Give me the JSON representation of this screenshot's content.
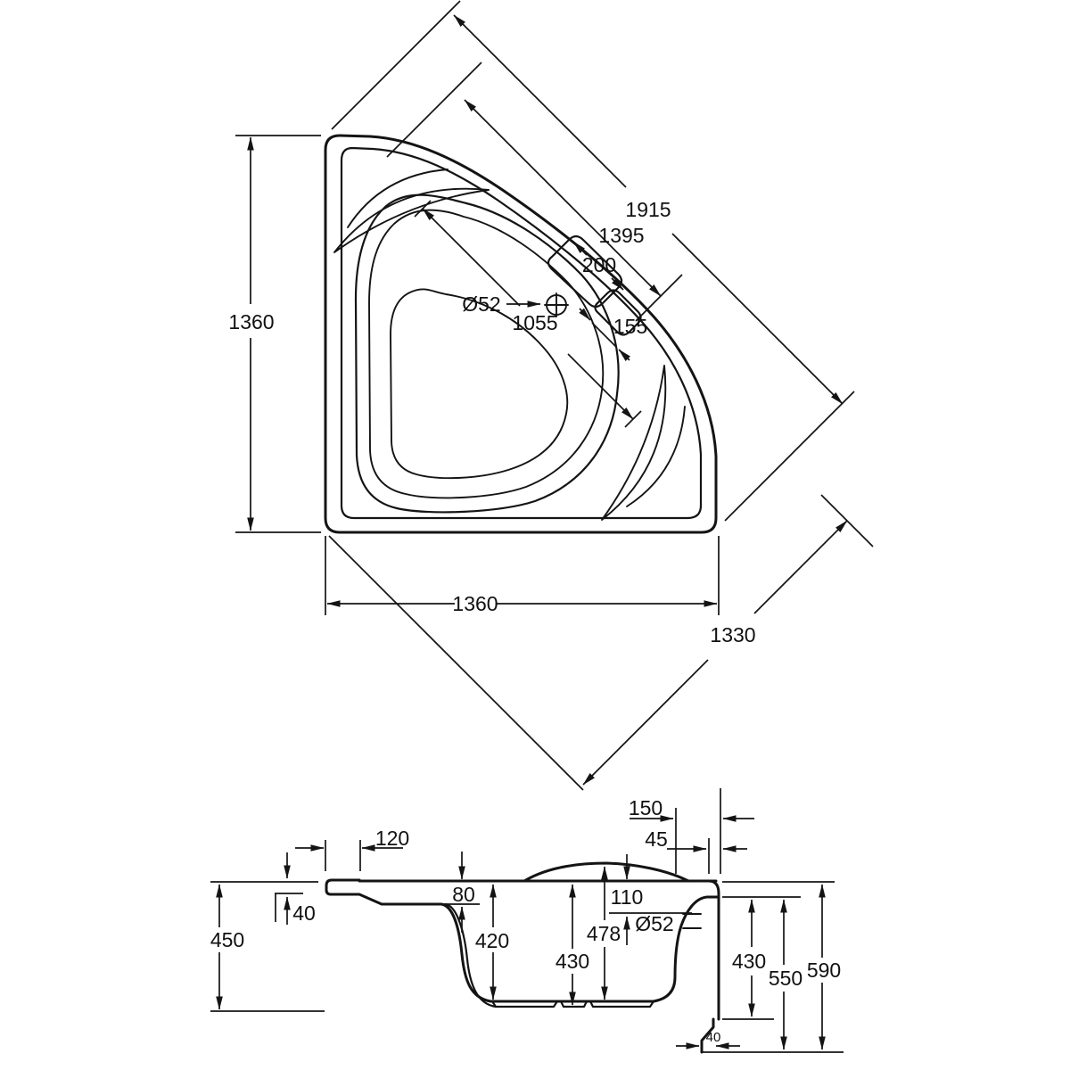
{
  "drawing": {
    "type": "bathtub technical dimension drawing",
    "views": [
      "plan",
      "section"
    ],
    "colors": {
      "background": "#ffffff",
      "line": "#141414"
    },
    "plan": {
      "diagonal_overall": "1915",
      "diagonal_inner": "1395",
      "headrest_depth": "200",
      "drain_diameter": "Ø52",
      "basin_diagonal": "1055",
      "step_depth": "155",
      "side_height": "1360",
      "width_bottom": "1360",
      "corner_diagonal": "1330"
    },
    "section": {
      "deck_width": "150",
      "deck_edge": "45",
      "rim_overhang": "120",
      "rim_lip_height": "40",
      "panel_height": "450",
      "ledge_drop": "80",
      "inner_depth": "420",
      "shell_height": "430",
      "back_wall_height": "478",
      "overflow_drop": "110",
      "overflow_diameter": "Ø52",
      "apron_height": "430",
      "height_under_rim": "550",
      "overall_height": "590",
      "foot_inset": "40"
    }
  }
}
